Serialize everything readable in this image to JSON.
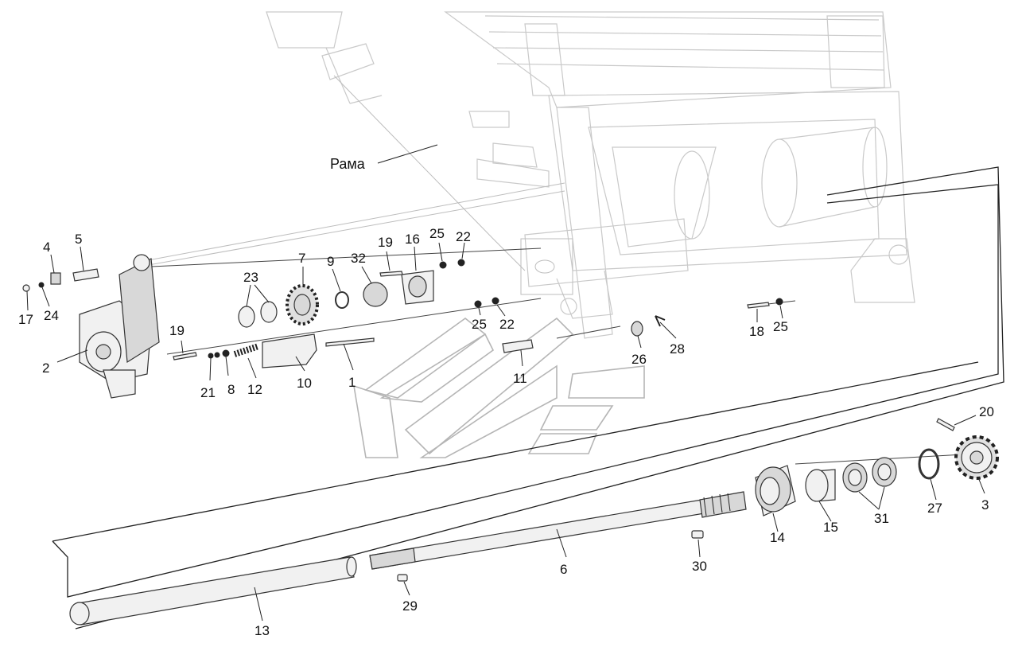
{
  "frame_label": "Рама",
  "callouts": [
    "1",
    "2",
    "3",
    "4",
    "5",
    "6",
    "7",
    "8",
    "9",
    "10",
    "11",
    "12",
    "13",
    "14",
    "15",
    "16",
    "17",
    "18",
    "19",
    "19",
    "20",
    "21",
    "22",
    "22",
    "23",
    "24",
    "25",
    "25",
    "25",
    "26",
    "27",
    "28",
    "29",
    "30",
    "31",
    "32"
  ]
}
